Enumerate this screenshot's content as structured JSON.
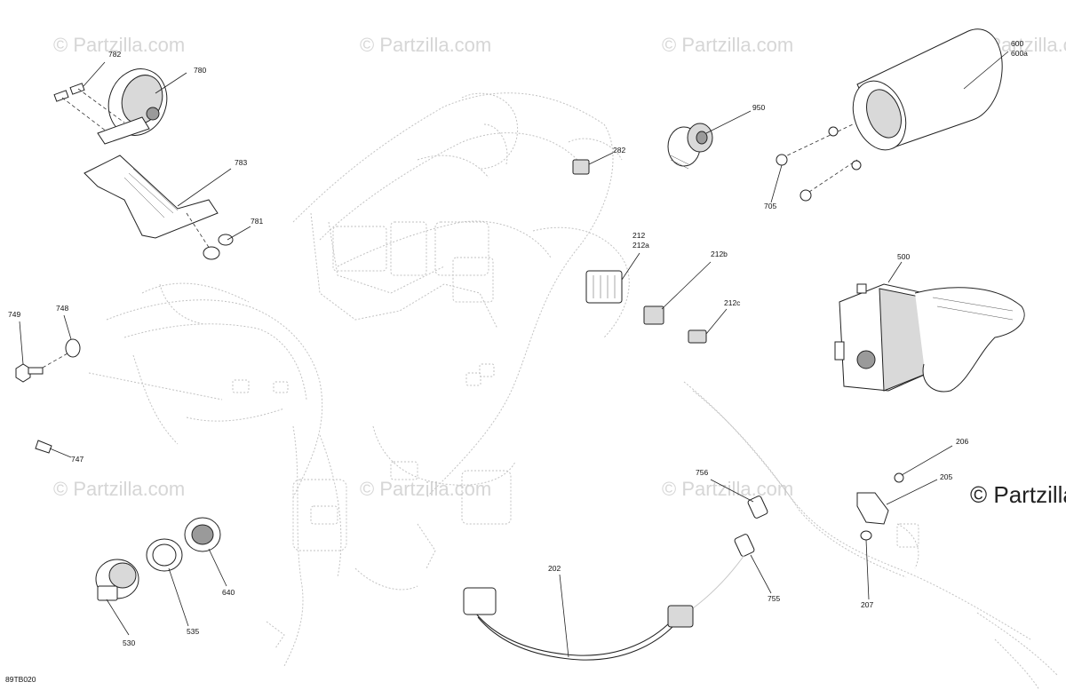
{
  "diagram": {
    "ref_code": "89TB020",
    "watermark_text": "© Partzilla.com",
    "watermark_corner": "© Partzilla",
    "callouts": [
      {
        "id": "782",
        "text": "782"
      },
      {
        "id": "780",
        "text": "780"
      },
      {
        "id": "783",
        "text": "783"
      },
      {
        "id": "781",
        "text": "781"
      },
      {
        "id": "749",
        "text": "749"
      },
      {
        "id": "748",
        "text": "748"
      },
      {
        "id": "747",
        "text": "747"
      },
      {
        "id": "530",
        "text": "530"
      },
      {
        "id": "535",
        "text": "535"
      },
      {
        "id": "640",
        "text": "640"
      },
      {
        "id": "282",
        "text": "282"
      },
      {
        "id": "950",
        "text": "950"
      },
      {
        "id": "212",
        "text": "212"
      },
      {
        "id": "212a",
        "text": "212a"
      },
      {
        "id": "212b",
        "text": "212b"
      },
      {
        "id": "212c",
        "text": "212c"
      },
      {
        "id": "600",
        "text": "600"
      },
      {
        "id": "600a",
        "text": "600a"
      },
      {
        "id": "705",
        "text": "705"
      },
      {
        "id": "500",
        "text": "500"
      },
      {
        "id": "756",
        "text": "756"
      },
      {
        "id": "755",
        "text": "755"
      },
      {
        "id": "202",
        "text": "202"
      },
      {
        "id": "206",
        "text": "206"
      },
      {
        "id": "205",
        "text": "205"
      },
      {
        "id": "207",
        "text": "207"
      }
    ]
  }
}
